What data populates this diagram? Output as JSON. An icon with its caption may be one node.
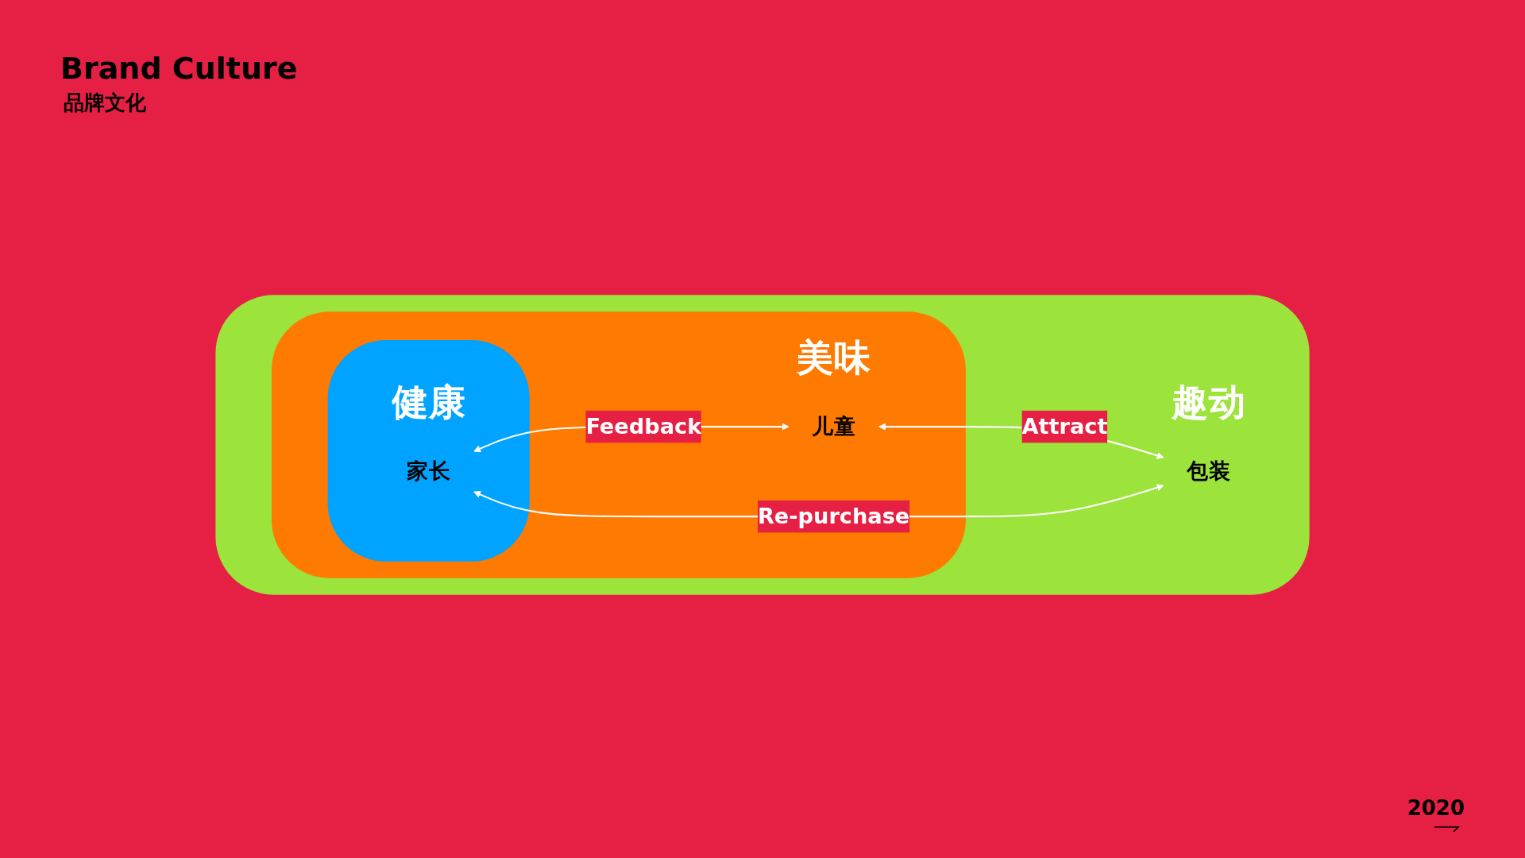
{
  "diagram": {
    "title": "Brand Culture",
    "nodes": [
      {
        "text": [
          "趣动"
        ]
      },
      {
        "text": [
          "美味"
        ],
        "in": 0
      },
      {
        "text": [
          "健康"
        ],
        "in": 1
      },
      {
        "text": [
          "家长"
        ],
        "in": 2
      },
      {
        "text": [
          "儿童"
        ],
        "in": 1
      },
      {
        "text": [
          "包装"
        ],
        "in": 0
      }
    ],
    "edges": [
      {
        "from": 3,
        "to": 4,
        "arrow": "both",
        "label": "Feedback"
      },
      {
        "from": 4,
        "to": 5,
        "arrow": "both",
        "label": "Attract"
      },
      {
        "from": 3,
        "to": 5,
        "arrow": "both",
        "label": "Re-purchase"
      }
    ],
    "labels": [
      "品牌文化",
      "2020"
    ]
  }
}
